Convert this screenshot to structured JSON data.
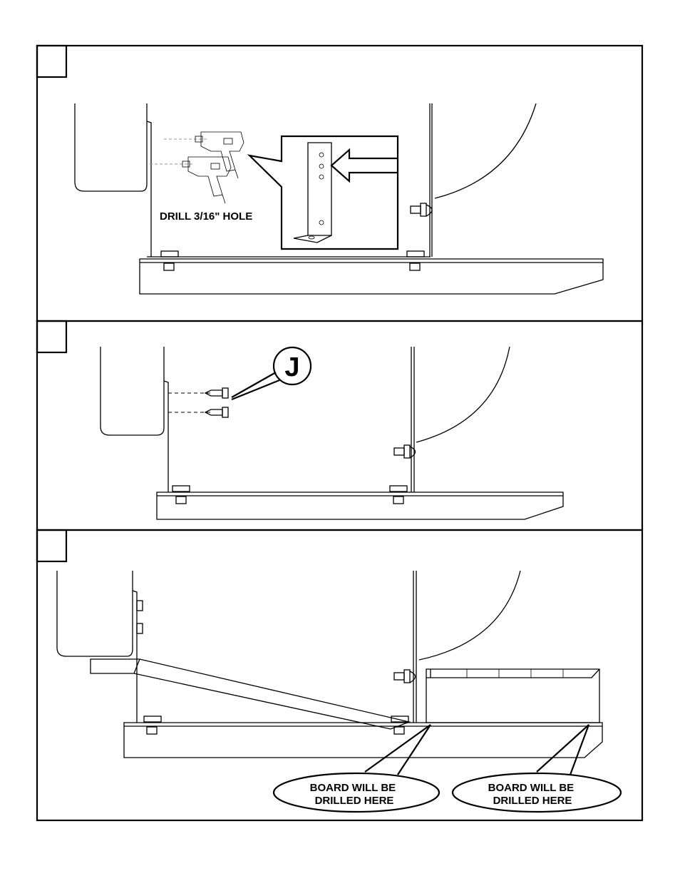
{
  "steps": [
    {
      "number": "",
      "callout": "DRILL 3/16\" HOLE"
    },
    {
      "number": "",
      "part_label": "J"
    },
    {
      "number": "",
      "callout_left": "BOARD WILL BE\nDRILLED HERE",
      "callout_right": "BOARD WILL BE\nDRILLED HERE"
    }
  ],
  "icons": [
    "drill-icon",
    "arrow-left-icon",
    "bolt-icon",
    "nut-icon"
  ]
}
